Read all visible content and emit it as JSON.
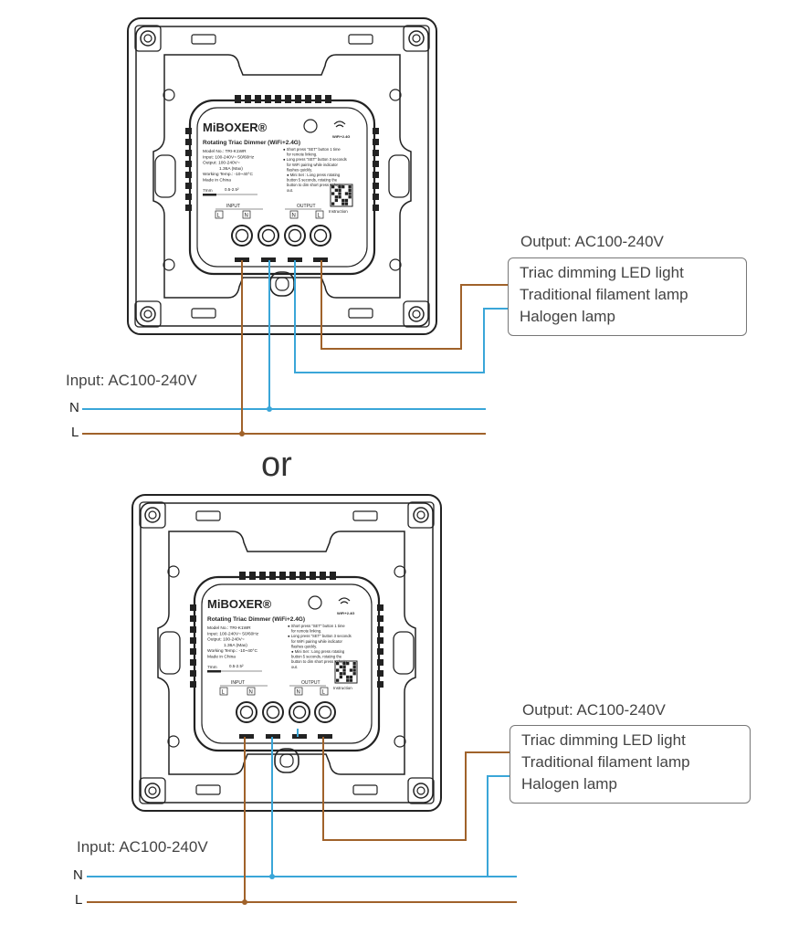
{
  "device": {
    "brand": "MiBOXER",
    "registered": "®",
    "product_name": "Rotating Triac Dimmer (WiFi+2.4G)",
    "wifi_label": "WiFi+2.4G",
    "spec_lines": [
      "Model No.: TRI-K1WR",
      "Input: 100-240V~ 50/60Hz",
      "Output: 100-240V~",
      "1.36A (Max)",
      "Working Temp.: -10~40°C",
      "Made in China"
    ],
    "instructions_1": [
      "● Short press \"SET\" button 1 time",
      "for remote linking.",
      "● Long press \"SET\" button 3 seconds",
      "for WiFi pairing while indicator",
      "flashes quickly.",
      "● Mini Set : Long press rotating",
      "button 5 seconds, rotating the",
      "button to dim short press to login",
      "out."
    ],
    "strip_length": "7mm",
    "wire_gauge": "0.5-2.5²",
    "input_header": "INPUT",
    "output_header": "OUTPUT",
    "terminals": [
      "L",
      "N",
      "N",
      "L"
    ],
    "instruction_label": "Instruction"
  },
  "diagram_1": {
    "output_label": "Output: AC100-240V",
    "loads": [
      "Triac dimming LED light",
      "Traditional filament lamp",
      "Halogen lamp"
    ],
    "input_label": "Input: AC100-240V",
    "n_label": "N",
    "l_label": "L"
  },
  "separator": "or",
  "diagram_2": {
    "output_label": "Output: AC100-240V",
    "loads": [
      "Triac dimming LED light",
      "Traditional filament lamp",
      "Halogen lamp"
    ],
    "input_label": "Input: AC100-240V",
    "n_label": "N",
    "l_label": "L"
  },
  "colors": {
    "live_wire": "#a0622a",
    "neutral_wire": "#3aa6d8",
    "outline": "#222222"
  }
}
